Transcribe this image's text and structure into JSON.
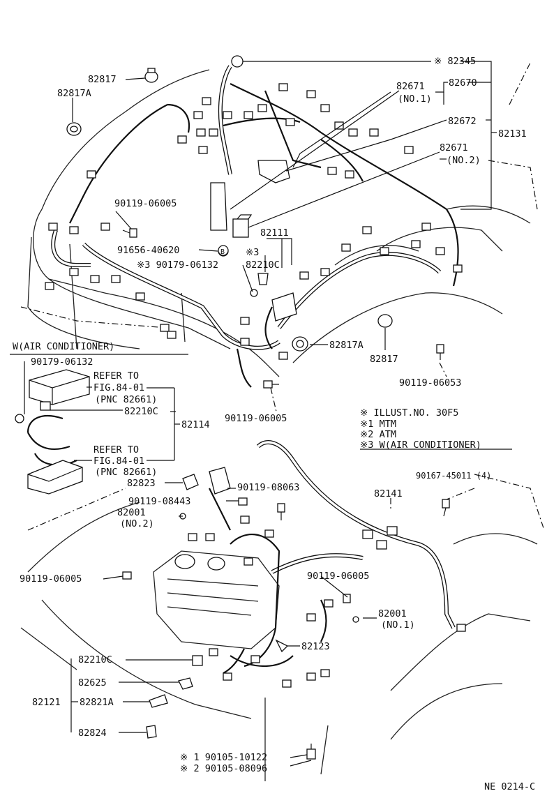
{
  "diagram": {
    "figure_code": "NE 0214-C",
    "labels": {
      "p82345": "※ 82345",
      "p82670": "82670",
      "p82671_1": "82671",
      "p82671_1_sub": "(NO.1)",
      "p82672": "82672",
      "p82131": "82131",
      "p82671_2": "82671",
      "p82671_2_sub": "(NO.2)",
      "p82817_top": "82817",
      "p82817A_top": "82817A",
      "p90119_06005_a": "90119-06005",
      "p91656_40620": "91656-40620",
      "p82111": "82111",
      "p82210C_w3": "※3",
      "p82210C_w3_num": "82210C",
      "p90179_06132_w3": "※3  90179-06132",
      "p82817A_mid": "82817A",
      "p82817_mid": "82817",
      "p90119_06053": "90119-06053",
      "ac_box_title": "W(AIR CONDITIONER)",
      "p90179_06132": "90179-06132",
      "refer_to_1": "REFER TO",
      "fig_1": "FIG.84-01",
      "pnc_1": "(PNC 82661)",
      "p82210C_box": "82210C",
      "p82114": "82114",
      "refer_to_2": "REFER TO",
      "fig_2": "FIG.84-01",
      "pnc_2": "(PNC 82661)",
      "p90119_06005_b": "90119-06005",
      "legend_0": "※   ILLUST.NO. 30F5",
      "legend_1": "※1  MTM",
      "legend_2": "※2  ATM",
      "legend_3": "※3  W(AIR CONDITIONER)",
      "p82823": "82823",
      "p90119_08063": "90119-08063",
      "p90167_45011": "90167-45011 (4)",
      "p82141": "82141",
      "p90119_08443": "90119-08443",
      "p82001_2": "82001",
      "p82001_2_sub": "(NO.2)",
      "p90119_06005_c": "90119-06005",
      "p90119_06005_d": "90119-06005",
      "p82001_1": "82001",
      "p82001_1_sub": "(NO.1)",
      "p82123": "82123",
      "p82210C_bot": "82210C",
      "p82625": "82625",
      "p82121": "82121",
      "p82821A": "82821A",
      "p82824": "82824",
      "p90105_10122": "※ 1  90105-10122",
      "p90105_08096": "※ 2  90105-08096",
      "marker_b": "B"
    }
  }
}
